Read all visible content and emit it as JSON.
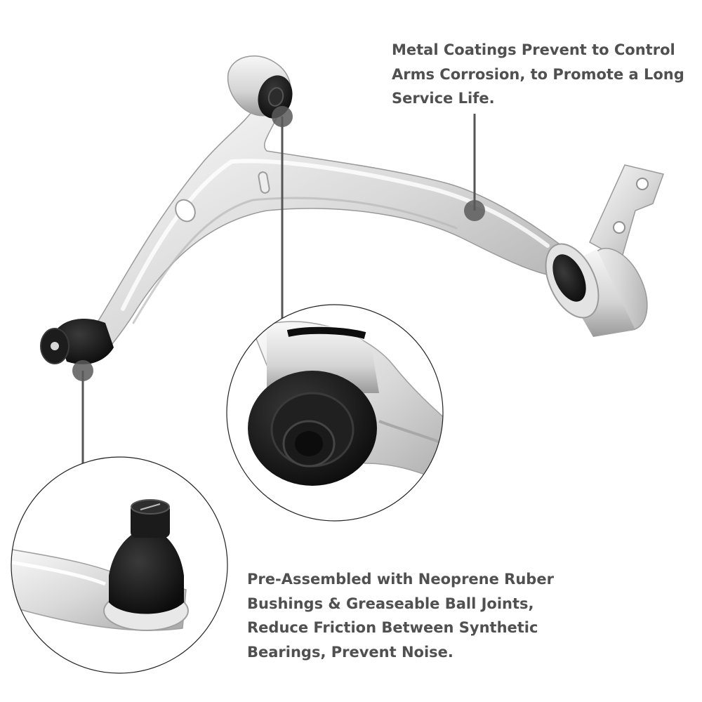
{
  "captions": {
    "coating": {
      "lines": [
        "Metal Coatings Prevent to Control",
        "Arms Corrosion, to Promote a Long",
        "Service Life."
      ]
    },
    "bushings": {
      "lines": [
        "Pre-Assembled with Neoprene Ruber",
        "Bushings & Greaseable Ball Joints,",
        "Reduce Friction Between Synthetic",
        "Bearings, Prevent Noise."
      ]
    }
  },
  "colors": {
    "caption_text": "#505050",
    "callout_line": "#555555",
    "callout_dot": "#5a5a5a",
    "aluminum_light": "#f4f4f4",
    "aluminum_mid": "#cfcfcf",
    "aluminum_dark": "#9d9d9d",
    "rubber_black": "#141414"
  }
}
